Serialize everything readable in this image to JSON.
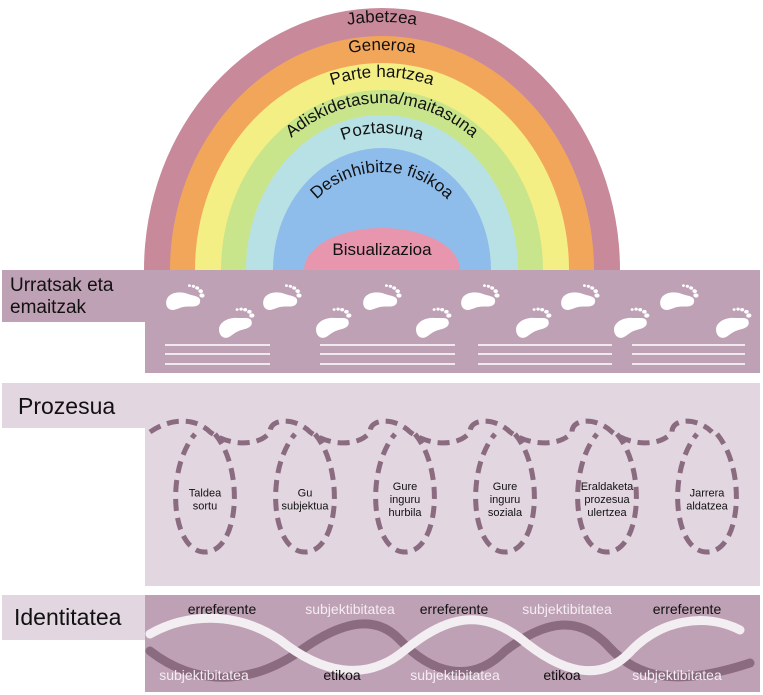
{
  "rainbow": {
    "bands": [
      {
        "label": "Jabetzea",
        "color": "#c8899b"
      },
      {
        "label": "Generoa",
        "color": "#f2a65a"
      },
      {
        "label": "Parte hartzea",
        "color": "#f4ef84"
      },
      {
        "label": "Adiskidetasuna/maitasuna",
        "color": "#c9e58b"
      },
      {
        "label": "Poztasuna",
        "color": "#b8e1e6"
      },
      {
        "label": "Desinhibitze fisikoa",
        "color": "#8fbdeb"
      },
      {
        "label": "Bisualizazioa",
        "color": "#e796ad"
      }
    ]
  },
  "sections": {
    "steps": {
      "title_line1": "Urratsak eta",
      "title_line2": "emaitzak",
      "bg": "#bfa1b5",
      "label_bg": "#e2d6e0"
    },
    "process": {
      "title": "Prozesua",
      "bg": "#e2d6e0",
      "label_bg": "#e2d6e0"
    },
    "identity": {
      "title": "Identitatea",
      "bg": "#bfa1b5",
      "label_bg": "#e2d6e0"
    }
  },
  "process_loops": [
    {
      "lines": [
        "Taldea",
        "sortu"
      ]
    },
    {
      "lines": [
        "Gu",
        "subjektua"
      ]
    },
    {
      "lines": [
        "Gure",
        "inguru",
        "hurbila"
      ]
    },
    {
      "lines": [
        "Gure",
        "inguru",
        "soziala"
      ]
    },
    {
      "lines": [
        "Eraldaketa",
        "prozesua",
        "ulertzea"
      ]
    },
    {
      "lines": [
        "Jarrera",
        "aldatzea"
      ]
    }
  ],
  "identity_labels": {
    "top": [
      "erreferente",
      "subjektibitatea",
      "erreferente",
      "subjektibitatea",
      "erreferente"
    ],
    "bottom": [
      "subjektibitatea",
      "etikoa",
      "subjektibitatea",
      "etikoa",
      "subjektibitatea"
    ]
  },
  "colors": {
    "loop_dash": "#8a6b80",
    "strand_dark": "#8a6b80",
    "strand_light": "#f3eef2",
    "footprint": "#ffffff"
  }
}
